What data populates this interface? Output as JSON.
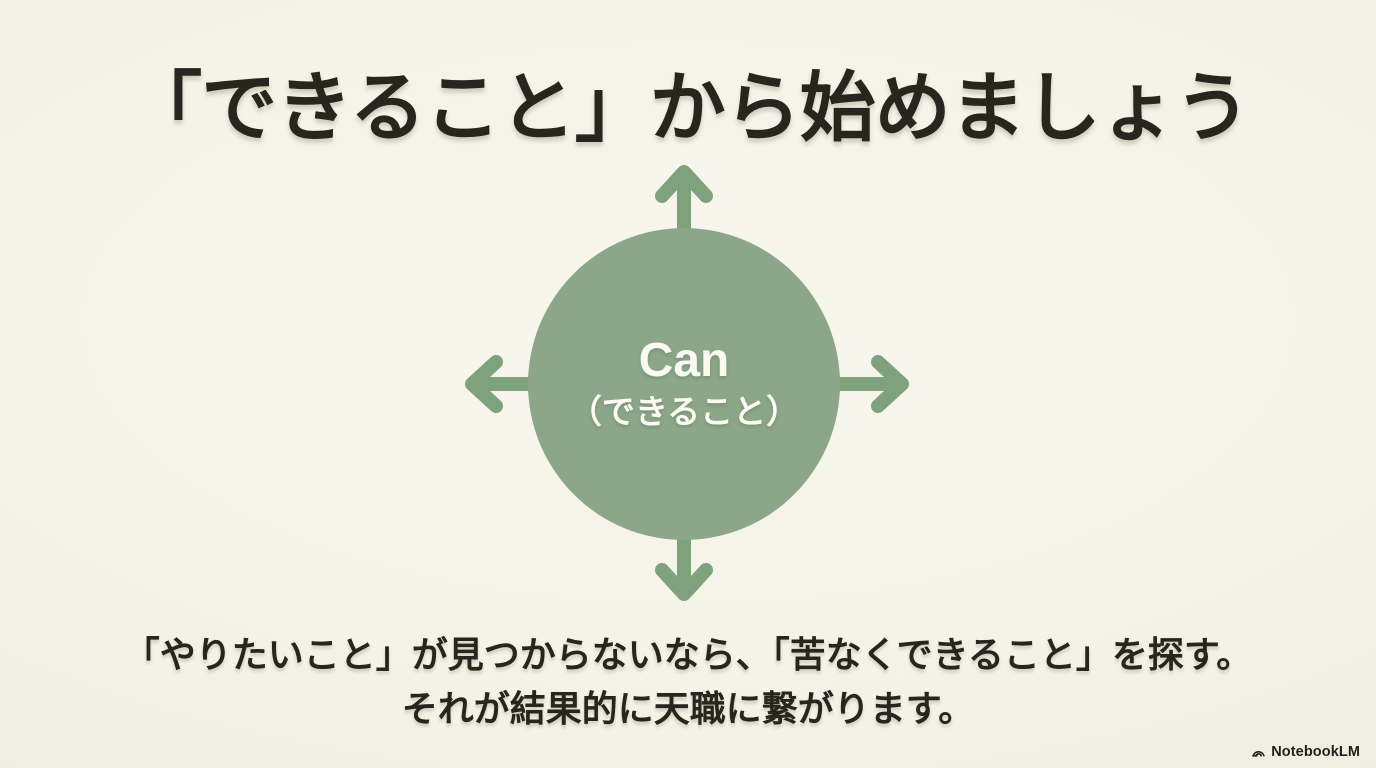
{
  "slide": {
    "title": "「できること」から始めましょう",
    "diagram": {
      "center_label": "Can",
      "center_sublabel": "（できること）",
      "arrow_directions": [
        "up",
        "right",
        "down",
        "left"
      ]
    },
    "caption": {
      "line1": "「やりたいこと」が見つからないなら、「苦なくできること」を探す。",
      "line2": "それが結果的に天職に繋がります。"
    },
    "footer": {
      "brand": "NotebookLM"
    }
  },
  "theme": {
    "background": "#f4f2e5",
    "ink": "#27261e",
    "circle": "#8ba689",
    "arrow": "#7ea27c",
    "circle_text": "#fbfaf3",
    "brand_ink": "#20201c"
  }
}
